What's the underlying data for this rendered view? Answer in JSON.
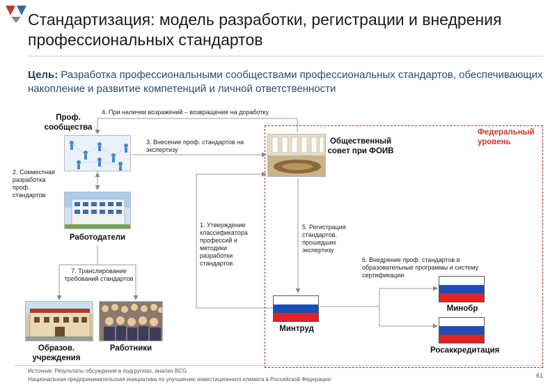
{
  "title": "Стандартизация: модель разработки, регистрации и внедрения профессиональных стандартов",
  "goal": {
    "label": "Цель:",
    "text": " Разработка профессиональными сообществами профессиональных стандартов, обеспечивающих накопление и развитие компетенций и личной ответственности"
  },
  "federal_label": "Федеральный уровень",
  "nodes": {
    "prof": "Проф. сообщества",
    "employers": "Работодатели",
    "council": "Общественный совет при ФОИВ",
    "mintrud": "Минтруд",
    "minobr": "Минобр",
    "rosakkr": "Росаккредитация",
    "edu": "Образов. учреждения",
    "workers": "Работники"
  },
  "steps": {
    "s1": "1. Утверждение классификатора профессий и методики разработки стандартов",
    "s2": "2. Совместная разработка проф. стандартов",
    "s3": "3. Внесение проф. стандартов на экспертизу",
    "s4": "4. При наличии возражений – возвращение на доработку",
    "s5": "5. Регистрация стандартов, прошедших экспертизу",
    "s6": "6. Внедрение проф. стандартов в образовательные программы и систему сертификации",
    "s7": "7. Транслирование требований стандартов"
  },
  "footer": {
    "source": "Источник: Результаты обсуждения в подгруппах, анализ BCG",
    "org": "Национальная предпринимательская инициатива по улучшению инвестиционного климата в Российской Федерации",
    "page": "61"
  },
  "colors": {
    "accent_red": "#c0392b",
    "logo_blue": "#2b6cb0",
    "flag_white": "#ffffff",
    "flag_blue": "#1c4fb5",
    "flag_red": "#e02424"
  }
}
